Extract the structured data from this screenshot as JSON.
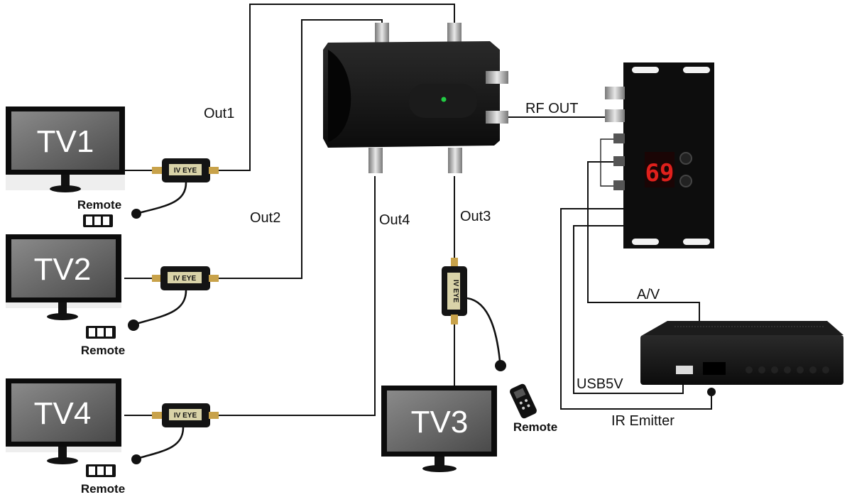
{
  "labels": {
    "out1": "Out1",
    "out2": "Out2",
    "out3": "Out3",
    "out4": "Out4",
    "rf_out": "RF OUT",
    "av": "A/V",
    "usb5v": "USB5V",
    "ir_emitter": "IR Emitter"
  },
  "tvs": {
    "tv1": "TV1",
    "tv2": "TV2",
    "tv3": "TV3",
    "tv4": "TV4"
  },
  "remote_label": "Remote",
  "eye_label": "IV EYE",
  "modulator_display": "69",
  "colors": {
    "device": "#111111",
    "tv_screen": "#6b6b6b",
    "led_display": "#e0201c",
    "power_led": "#22cc44",
    "connector_gold": "#c8a24a"
  }
}
